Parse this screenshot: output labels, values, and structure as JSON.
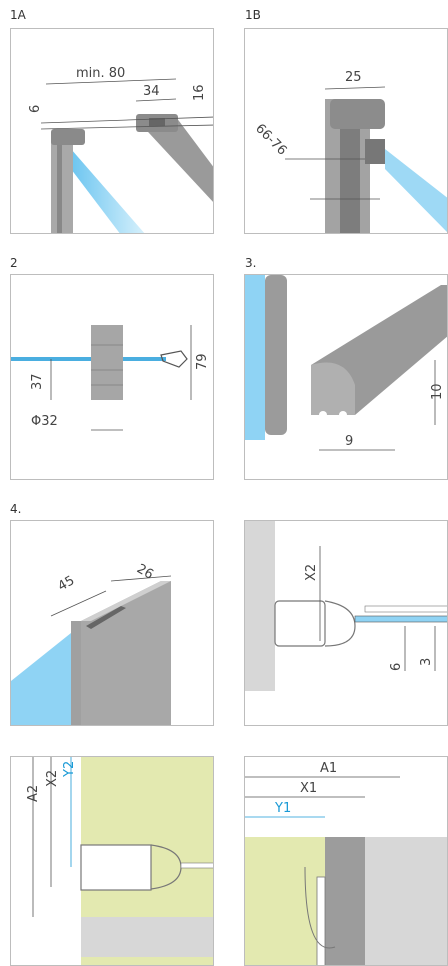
{
  "figures": [
    {
      "id": "1A",
      "label": "1A",
      "dims": {
        "d1": "min. 80",
        "d2": "34",
        "d3": "6",
        "d4": "16"
      }
    },
    {
      "id": "1B",
      "label": "1B",
      "dims": {
        "d1": "25",
        "d2": "66-76"
      }
    },
    {
      "id": "2",
      "label": "2",
      "dims": {
        "d1": "79",
        "d2": "37",
        "d3": "Φ32"
      }
    },
    {
      "id": "3",
      "label": "3.",
      "dims": {
        "d1": "10",
        "d2": "9"
      }
    },
    {
      "id": "4",
      "label": "4.",
      "dims": {
        "d1": "45",
        "d2": "26"
      }
    },
    {
      "id": "5",
      "label": "",
      "dims": {
        "d1": "X2",
        "d2": "6",
        "d3": "3"
      }
    },
    {
      "id": "6",
      "label": "",
      "dims": {
        "d1": "A2",
        "d2": "X2",
        "d3": "Y2"
      }
    },
    {
      "id": "7",
      "label": "",
      "dims": {
        "d1": "A1",
        "d2": "X1",
        "d3": "Y1"
      }
    }
  ],
  "colors": {
    "glass": "#8fd3f4",
    "accent_blue": "#1a9ad6",
    "wall_green": "#e3e9b0",
    "profile_gray": "#9c9c9c",
    "wall_gray": "#d7d7d7"
  }
}
